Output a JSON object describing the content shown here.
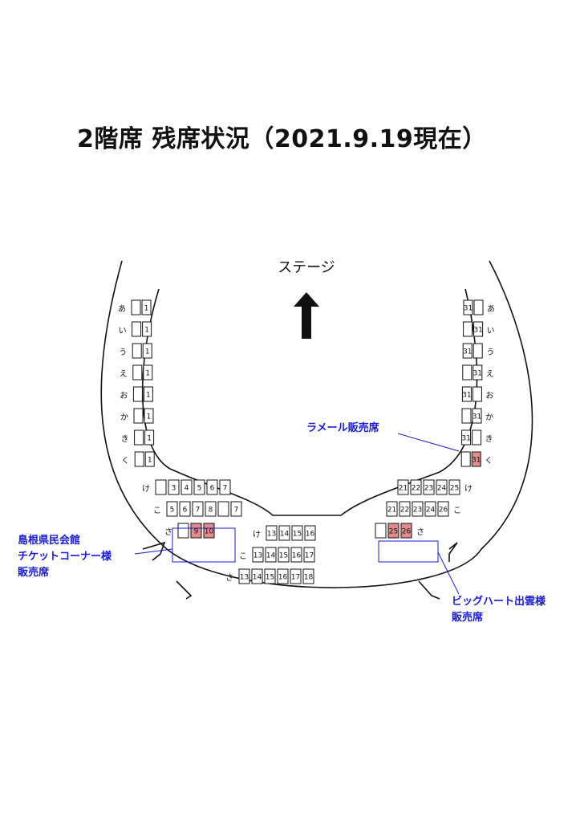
{
  "title": "2階席 残席状況（2021.9.19現在）",
  "stage": {
    "label": "ステージ"
  },
  "colors": {
    "reserved": "#e48a8a",
    "annotation": "#1a1ad6"
  },
  "annotations": [
    {
      "text": "ラメール販売席"
    },
    {
      "text": "島根県民会館\nチケットコーナー様\n販売席"
    },
    {
      "text": "ビッグハート出雲様\n販売席"
    }
  ],
  "left_side": {
    "rows": [
      {
        "label": "あ",
        "seats": [
          "",
          "1"
        ]
      },
      {
        "label": "い",
        "seats": [
          "",
          "1"
        ]
      },
      {
        "label": "う",
        "seats": [
          "",
          "1"
        ]
      },
      {
        "label": "え",
        "seats": [
          "",
          "1"
        ]
      },
      {
        "label": "お",
        "seats": [
          "",
          "1"
        ]
      },
      {
        "label": "か",
        "seats": [
          "",
          "1"
        ]
      },
      {
        "label": "き",
        "seats": [
          "",
          "1"
        ]
      },
      {
        "label": "く",
        "seats": [
          "",
          "1"
        ]
      }
    ]
  },
  "right_side": {
    "rows": [
      {
        "label": "あ",
        "seats": [
          "31",
          ""
        ]
      },
      {
        "label": "い",
        "seats": [
          "",
          "31"
        ]
      },
      {
        "label": "う",
        "seats": [
          "31",
          ""
        ]
      },
      {
        "label": "え",
        "seats": [
          "",
          "31"
        ]
      },
      {
        "label": "お",
        "seats": [
          "31",
          ""
        ]
      },
      {
        "label": "か",
        "seats": [
          "",
          "31"
        ]
      },
      {
        "label": "き",
        "seats": [
          "31",
          ""
        ]
      },
      {
        "label": "く",
        "seats": [
          "",
          "31"
        ],
        "reserved": [
          1
        ]
      }
    ]
  },
  "left_block": {
    "rows": [
      {
        "label": "け",
        "seats": [
          "",
          "3",
          "4",
          "5",
          "6",
          "7"
        ]
      },
      {
        "label": "こ",
        "seats": [
          "5",
          "6",
          "7",
          "8",
          "",
          "7"
        ]
      },
      {
        "label": "さ",
        "seats": [
          "",
          "9",
          "10"
        ],
        "reserved": [
          1,
          2
        ]
      }
    ]
  },
  "center_block": {
    "rows": [
      {
        "label": "け",
        "seats": [
          "13",
          "14",
          "15",
          "16"
        ]
      },
      {
        "label": "こ",
        "seats": [
          "13",
          "14",
          "15",
          "16",
          "17"
        ]
      },
      {
        "label": "さ",
        "seats": [
          "13",
          "14",
          "15",
          "16",
          "17",
          "18"
        ]
      }
    ]
  },
  "right_block": {
    "rows": [
      {
        "label": "け",
        "seats": [
          "21",
          "22",
          "23",
          "24",
          "25"
        ]
      },
      {
        "label": "こ",
        "seats": [
          "21",
          "22",
          "23",
          "24",
          "26"
        ]
      },
      {
        "label": "さ",
        "seats": [
          "",
          "25",
          "26"
        ],
        "reserved": [
          1,
          2
        ]
      }
    ]
  }
}
